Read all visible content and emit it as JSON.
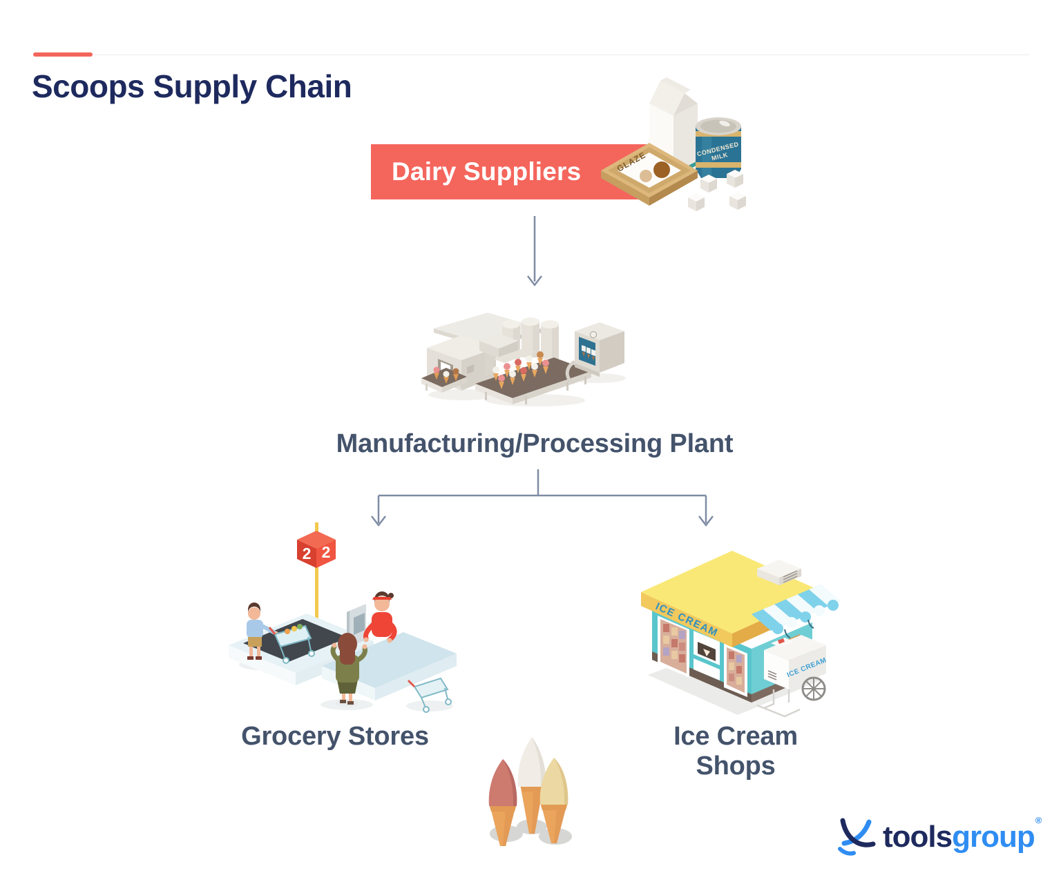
{
  "header": {
    "title": "Scoops Supply Chain"
  },
  "diagram": {
    "nodes": {
      "dairy_suppliers": {
        "label": "Dairy Suppliers"
      },
      "plant": {
        "label": "Manufacturing/Processing Plant"
      },
      "grocery_stores": {
        "label": "Grocery Stores"
      },
      "ice_cream_shops": {
        "label": "Ice Cream Shops"
      }
    },
    "illustrations": {
      "dairy": {
        "glaze_box_text": "GLAZE",
        "can_text_line1": "CONDENSED",
        "can_text_line2": "MILK"
      },
      "grocery_store": {
        "aisle_sign_digit_left": "2",
        "aisle_sign_digit_right": "2"
      },
      "ice_cream_shop": {
        "roof_sign_text": "ICE CREAM",
        "cart_sign_text": "ICE CREAM"
      }
    }
  },
  "footer": {
    "logo": {
      "word_dark": "tools",
      "word_light": "group",
      "registered_mark": "®"
    }
  },
  "colors": {
    "accent_coral": "#F4655C",
    "title_navy": "#1E2A5E",
    "label_slate": "#44536B",
    "connector_gray_blue": "#7E8CA4",
    "logo_blue": "#2F8DF2"
  }
}
